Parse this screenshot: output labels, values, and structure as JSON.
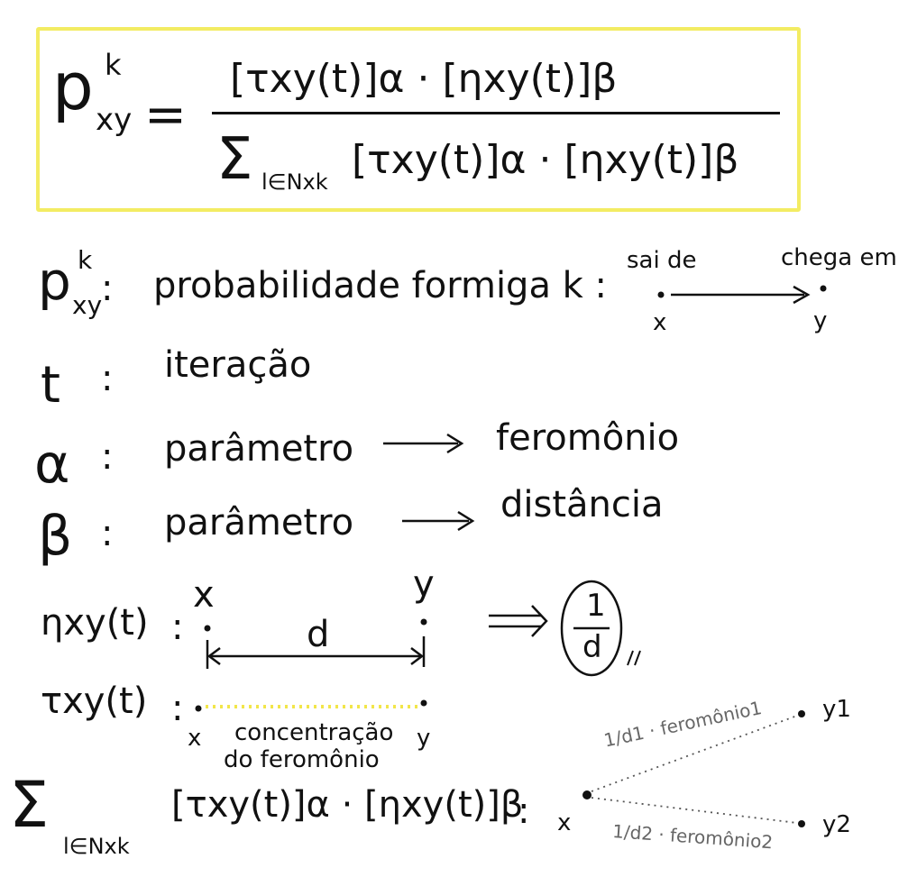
{
  "formula": {
    "lhs_symbol": "p",
    "lhs_sub": "xy",
    "lhs_sup": "k",
    "equals": "=",
    "numerator": "[τxy(t)]α · [ηxy(t)]β",
    "denominator_sum": "Σ",
    "denominator_index": "l∈Nxk",
    "denominator": "[τxy(t)]α · [ηxy(t)]β"
  },
  "defs": {
    "p": {
      "symbol": "p",
      "sub": "xy",
      "sup": "k",
      "sep": ":",
      "text": "probabilidade formiga k :",
      "from_label": "sai de",
      "to_label": "chega em",
      "from_node": "x",
      "to_node": "y"
    },
    "t": {
      "symbol": "t",
      "sep": ":",
      "text": "iteração"
    },
    "alpha": {
      "symbol": "α",
      "sep": ":",
      "text": "parâmetro",
      "target": "feromônio"
    },
    "beta": {
      "symbol": "β",
      "sep": ":",
      "text": "parâmetro",
      "target": "distância"
    },
    "eta": {
      "symbol": "ηxy(t)",
      "sep": ":",
      "x": "x",
      "y": "y",
      "d": "d",
      "result_num": "1",
      "result_den": "d"
    },
    "tau": {
      "symbol": "τxy(t)",
      "sep": ":",
      "x": "x",
      "y": "y",
      "caption_1": "concentração",
      "caption_2": "do feromônio"
    },
    "sum": {
      "sigma": "Σ",
      "index": "l∈Nxk",
      "expr": "[τxy(t)]α · [ηxy(t)]β",
      "sep": ":",
      "x": "x",
      "y1": "y1",
      "y2": "y2",
      "edge1": "1/d1 · feromônio1",
      "edge2": "1/d2 · feromônio2"
    }
  },
  "colors": {
    "ink": "#111111",
    "highlight": "#f3ec63",
    "pheromone_dots": "#f2e64a"
  }
}
